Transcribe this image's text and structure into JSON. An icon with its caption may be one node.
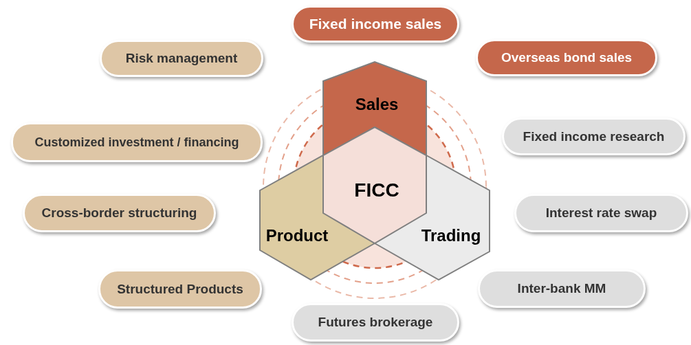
{
  "diagram": {
    "nodes": [
      {
        "text": [
          "Sales"
        ]
      },
      {
        "text": [
          "Product"
        ]
      },
      {
        "text": [
          "Trading"
        ]
      },
      {
        "text": [
          "FICC"
        ]
      },
      {
        "text": [
          "Fixed income sales"
        ]
      },
      {
        "text": [
          "Risk management"
        ]
      },
      {
        "text": [
          "Overseas bond sales"
        ]
      },
      {
        "text": [
          "Customized investment / financing"
        ]
      },
      {
        "text": [
          "Fixed income research"
        ]
      },
      {
        "text": [
          "Cross-border structuring"
        ]
      },
      {
        "text": [
          "Interest rate swap"
        ]
      },
      {
        "text": [
          "Structured Products"
        ]
      },
      {
        "text": [
          "Inter-bank MM"
        ]
      },
      {
        "text": [
          "Futures brokerage"
        ]
      }
    ]
  }
}
